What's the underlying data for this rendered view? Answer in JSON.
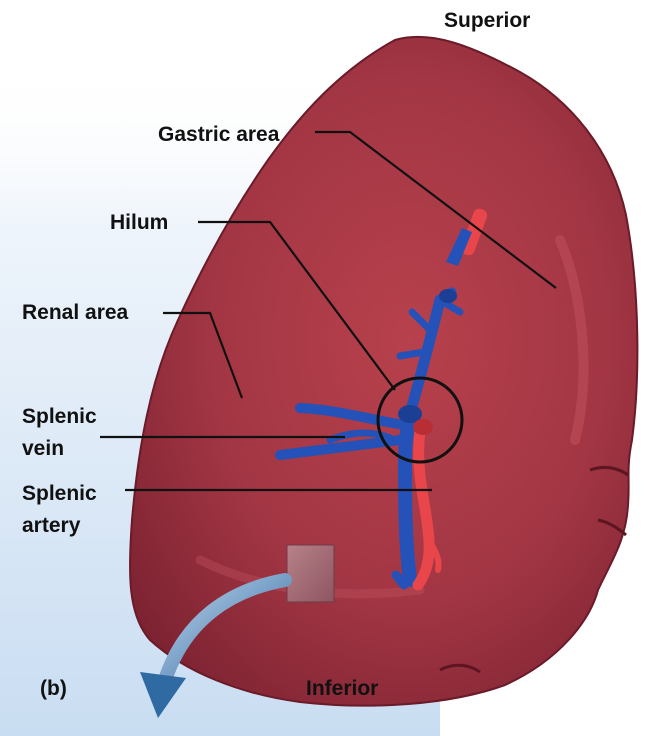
{
  "labels": {
    "superior": "Superior",
    "gastric_area": "Gastric area",
    "hilum": "Hilum",
    "renal_area": "Renal area",
    "splenic_vein_line1": "Splenic",
    "splenic_vein_line2": "vein",
    "splenic_artery_line1": "Splenic",
    "splenic_artery_line2": "artery",
    "inferior": "Inferior",
    "panel": "(b)"
  },
  "colors": {
    "organ": "#9b2f3c",
    "organ_shadow": "#6e1b29",
    "organ_highlight": "#c8525c",
    "vein": "#2452b8",
    "artery": "#e8464a",
    "background_gradient": "#c9ddf2",
    "arrow": "#3f79b0"
  }
}
